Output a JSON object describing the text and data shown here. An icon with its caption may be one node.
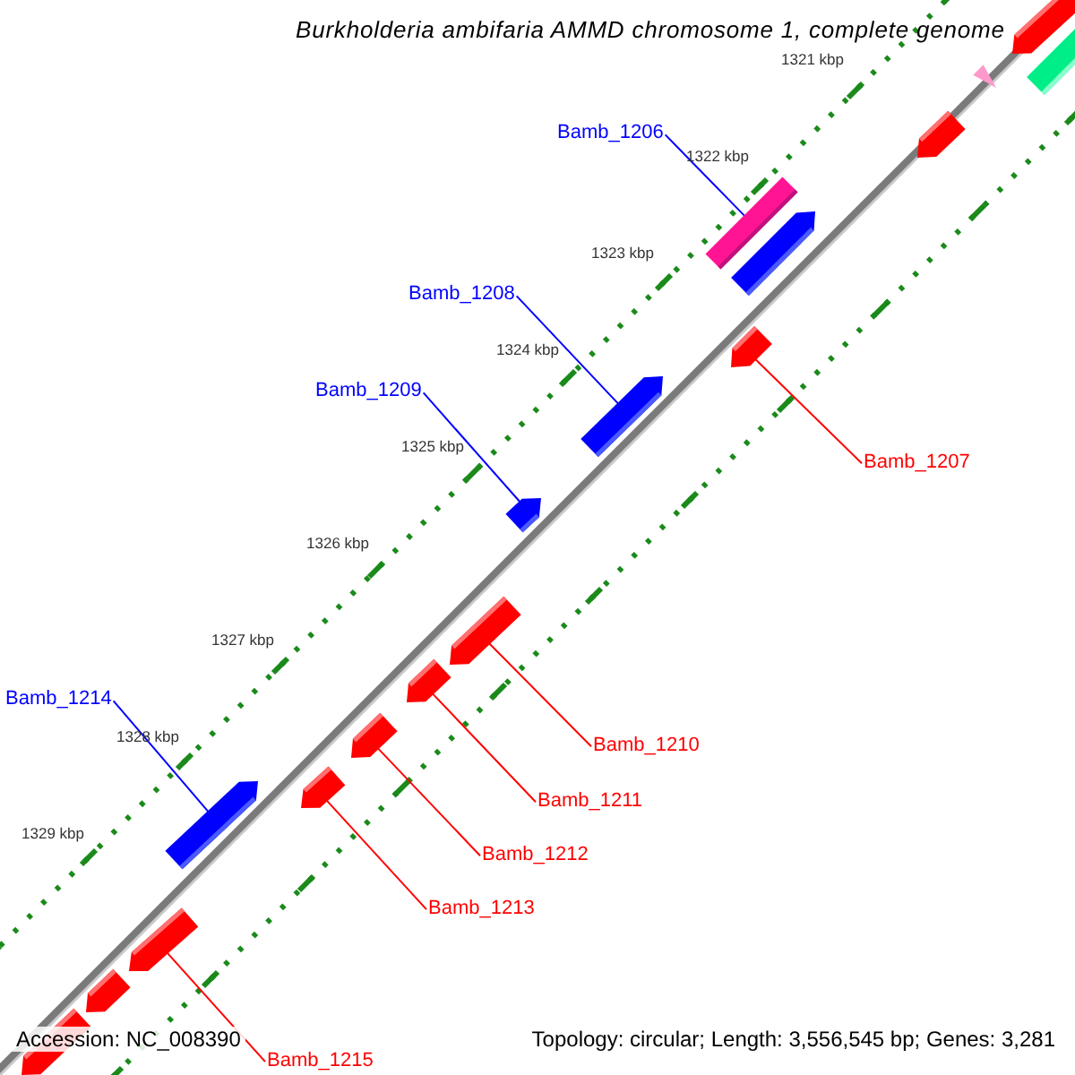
{
  "diagram": {
    "title": "Burkholderia ambifaria AMMD chromosome 1, complete genome",
    "nodes": [
      {
        "text": [],
        "shape": "arrow"
      },
      {
        "text": [],
        "shape": "bar"
      },
      {
        "text": [],
        "shape": "triangle"
      },
      {
        "text": [],
        "shape": "arrow"
      },
      {
        "text": [
          "Bamb_1206"
        ]
      },
      {
        "text": [],
        "shape": "bar"
      },
      {
        "text": [],
        "shape": "arrow"
      },
      {
        "text": [],
        "shape": "arrow"
      },
      {
        "text": [
          "Bamb_1208"
        ]
      },
      {
        "text": [],
        "shape": "arrow"
      },
      {
        "text": [
          "Bamb_1209"
        ]
      },
      {
        "text": [],
        "shape": "arrow"
      },
      {
        "text": [
          "Bamb_1207"
        ]
      },
      {
        "text": [],
        "shape": "arrow"
      },
      {
        "text": [],
        "shape": "arrow"
      },
      {
        "text": [],
        "shape": "arrow"
      },
      {
        "text": [
          "Bamb_1214"
        ]
      },
      {
        "text": [],
        "shape": "arrow"
      },
      {
        "text": [
          "Bamb_1210"
        ]
      },
      {
        "text": [],
        "shape": "arrow"
      },
      {
        "text": [
          "Bamb_1211"
        ]
      },
      {
        "text": [
          "Bamb_1212"
        ]
      },
      {
        "text": [
          "Bamb_1213"
        ]
      },
      {
        "text": [],
        "shape": "arrow"
      },
      {
        "text": [],
        "shape": "arrow"
      },
      {
        "text": [],
        "shape": "arrow"
      },
      {
        "text": [
          "Bamb_1215"
        ]
      }
    ],
    "edges": [
      {
        "from": 4,
        "to": 5,
        "arrow": "none",
        "color": "#0000ff"
      },
      {
        "from": 8,
        "to": 9,
        "arrow": "none",
        "color": "#0000ff"
      },
      {
        "from": 10,
        "to": 11,
        "arrow": "none",
        "color": "#0000ff"
      },
      {
        "from": 12,
        "to": 7,
        "arrow": "none",
        "color": "#ff0000"
      },
      {
        "from": 16,
        "to": 19,
        "arrow": "none",
        "color": "#0000ff"
      },
      {
        "from": 18,
        "to": 13,
        "arrow": "none",
        "color": "#ff0000"
      },
      {
        "from": 20,
        "to": 14,
        "arrow": "none",
        "color": "#ff0000"
      },
      {
        "from": 21,
        "to": 15,
        "arrow": "none",
        "color": "#ff0000"
      },
      {
        "from": 22,
        "to": 17,
        "arrow": "none",
        "color": "#ff0000"
      },
      {
        "from": 26,
        "to": 23,
        "arrow": "none",
        "color": "#ff0000"
      }
    ],
    "labels": [
      "1321 kbp",
      "1322 kbp",
      "1323 kbp",
      "1324 kbp",
      "1325 kbp",
      "1326 kbp",
      "1327 kbp",
      "1328 kbp",
      "1329 kbp",
      "Accession: NC_008390",
      "Topology: circular; Length: 3,556,545 bp; Genes: 3,281"
    ]
  }
}
